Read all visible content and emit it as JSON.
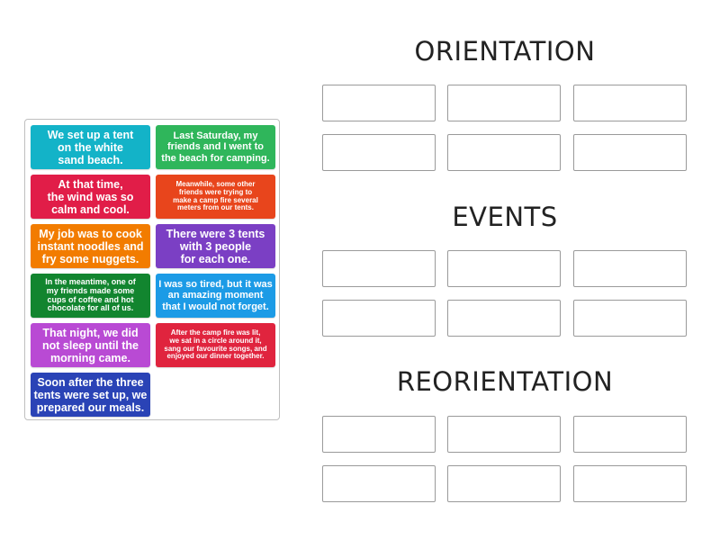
{
  "colors": {
    "teal": "#13b3c8",
    "green_light": "#2fb65b",
    "red": "#e11d48",
    "orange_red": "#e8451c",
    "orange": "#f27c00",
    "purple": "#7b3fc4",
    "green_dark": "#12852f",
    "blue": "#1c9be6",
    "magenta": "#b94ad4",
    "crimson": "#e0243e",
    "navy": "#2a43b6"
  },
  "cards": [
    {
      "text": "We set up a tent\non the white\nsand beach.",
      "color": "#13b3c8"
    },
    {
      "text": "Last Saturday, my\nfriends and I went to\nthe beach for camping.",
      "color": "#2fb65b"
    },
    {
      "text": "At that time,\nthe wind was so\ncalm and cool.",
      "color": "#e11d48"
    },
    {
      "text": "Meanwhile, some other\nfriends were trying to\nmake a camp fire several\nmeters from our tents.",
      "color": "#e8451c"
    },
    {
      "text": "My job was to cook\ninstant noodles and\nfry some nuggets.",
      "color": "#f27c00"
    },
    {
      "text": "There were 3 tents\nwith 3 people\nfor each one.",
      "color": "#7b3fc4"
    },
    {
      "text": "In the meantime, one of\nmy friends made some\ncups of coffee and hot\nchocolate for all of us.",
      "color": "#12852f"
    },
    {
      "text": "I was so tired, but it was\nan amazing moment\nthat I would not forget.",
      "color": "#1c9be6"
    },
    {
      "text": "That night, we did\nnot sleep until the\nmorning came.",
      "color": "#b94ad4"
    },
    {
      "text": "After the camp fire was lit,\nwe sat in a circle around it,\nsang our favourite songs, and\nenjoyed our dinner together.",
      "color": "#e0243e"
    },
    {
      "text": "Soon after the three\ntents were set up, we\nprepared our meals.",
      "color": "#2a43b6"
    }
  ],
  "categories": [
    {
      "title": "ORIENTATION"
    },
    {
      "title": "EVENTS"
    },
    {
      "title": "REORIENTATION"
    }
  ]
}
